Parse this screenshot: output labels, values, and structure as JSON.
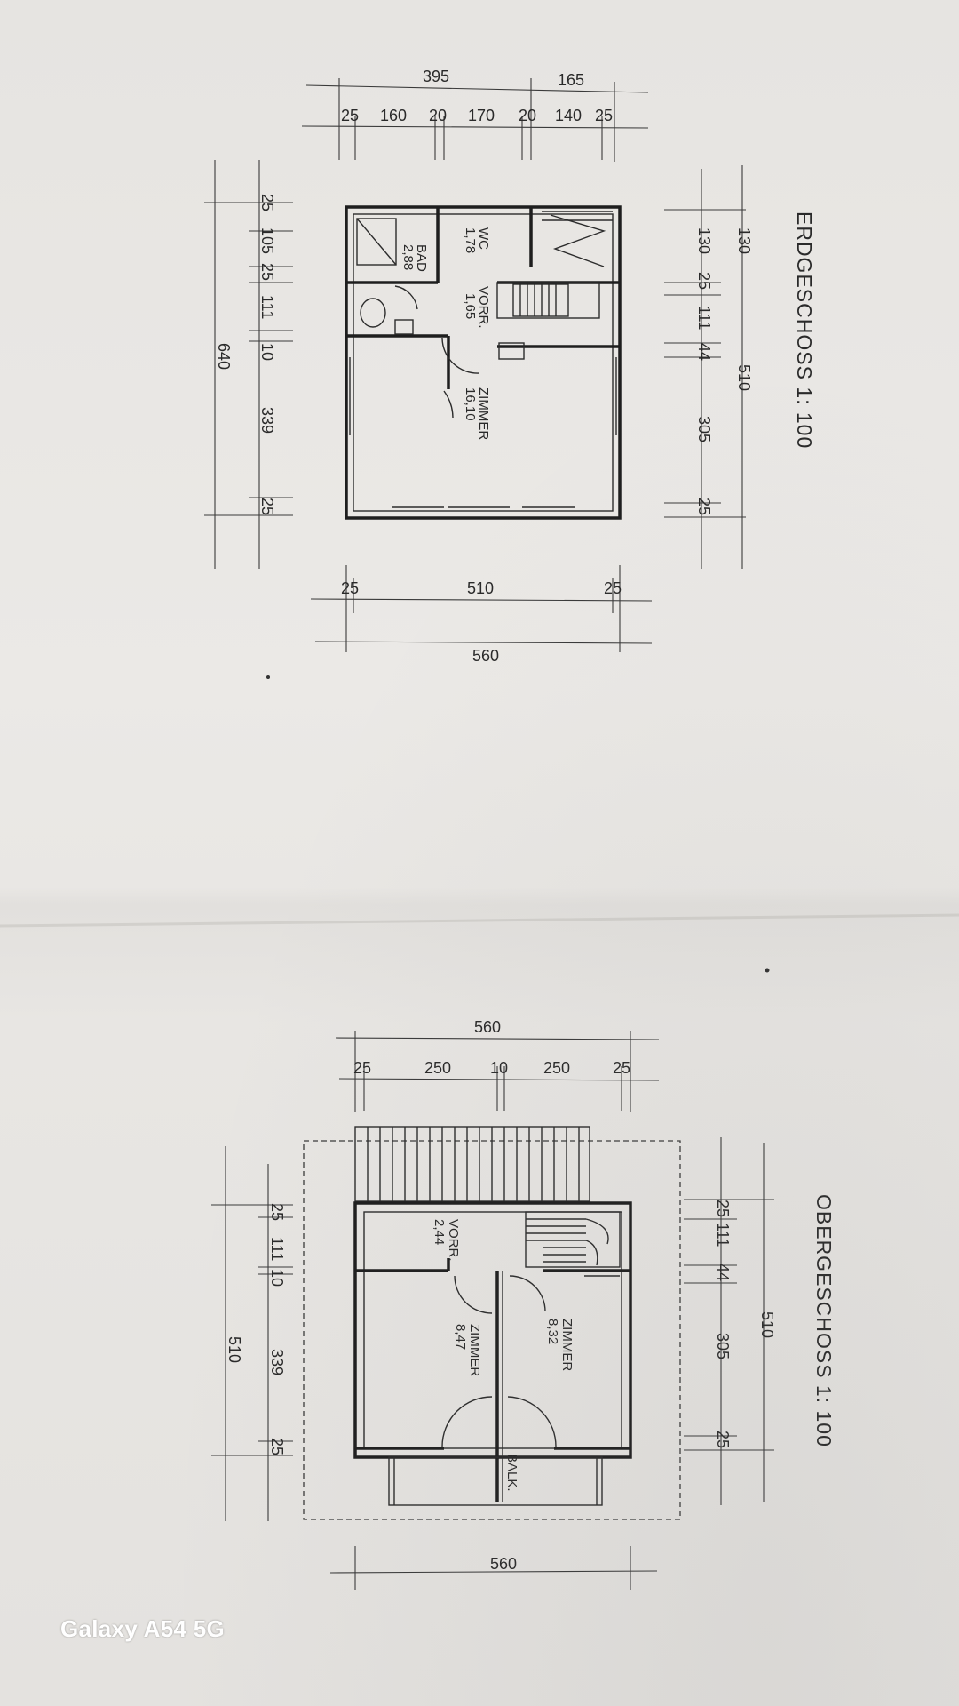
{
  "erdgeschoss": {
    "title": "ERDGESCHOSS  1: 100",
    "dims_top_overall": [
      "395",
      "165"
    ],
    "dims_top_detail": [
      "25",
      "160",
      "20",
      "170",
      "20",
      "140",
      "25"
    ],
    "dims_left": [
      "25",
      "105",
      "25",
      "111",
      "10",
      "339",
      "25"
    ],
    "dims_left_total": "640",
    "dims_right": [
      "130",
      "130",
      "25",
      "111",
      "44",
      "305",
      "25"
    ],
    "dims_right_total": "510",
    "dims_bottom": [
      "25",
      "510",
      "25"
    ],
    "dims_bottom_total": "560",
    "rooms": {
      "bad": "BAD",
      "bad_area": "2,88",
      "wc": "WC",
      "wc_area": "1,78",
      "vorr": "VORR.",
      "vorr_area": "1,65",
      "zimmer": "ZIMMER",
      "zimmer_area": "16,10"
    }
  },
  "obergeschoss": {
    "title": "OBERGESCHOSS  1: 100",
    "dims_top_total": "560",
    "dims_top_detail": [
      "25",
      "250",
      "10",
      "250",
      "25"
    ],
    "dims_left": [
      "25",
      "111",
      "10",
      "339",
      "25"
    ],
    "dims_left_total": "510",
    "dims_right": [
      "25",
      "111",
      "44",
      "305",
      "25"
    ],
    "dims_right_total": "510",
    "dims_bottom_total": "560",
    "rooms": {
      "vorr": "VORR.",
      "vorr_area": "2,44",
      "zimmer_left": "ZIMMER",
      "zimmer_left_area": "8,47",
      "zimmer_right": "ZIMMER",
      "zimmer_right_area": "8,32",
      "balk": "BALK."
    }
  },
  "watermark": "Galaxy A54 5G"
}
